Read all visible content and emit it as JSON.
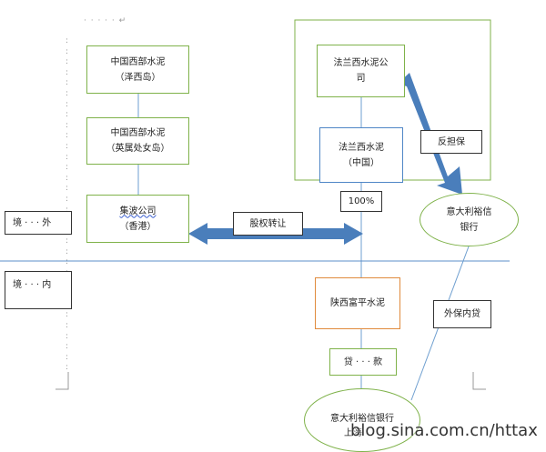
{
  "nodes": {
    "western_cement_zexi": [
      "中国西部水泥",
      "（泽西岛）"
    ],
    "western_cement_bvi": [
      "中国西部水泥",
      "（英属处女岛）"
    ],
    "jibo_hk": [
      "集波公司",
      "（香港）"
    ],
    "lafarge": [
      "法兰西水泥公",
      "司"
    ],
    "lafarge_china": [
      "法兰西水泥",
      "（中国）"
    ],
    "intesa_top": [
      "意大利裕信",
      "银行"
    ],
    "shaanxi_fuping": [
      "陕西富平水泥"
    ],
    "intesa_shanghai": [
      "意大利裕信银行",
      "上海"
    ]
  },
  "labels": {
    "offshore": "境 · · · 外",
    "onshore": "境 · · · 内",
    "equity_transfer": "股权转让",
    "percent": "100%",
    "counter_guarantee": "反担保",
    "external_guarantee_loan": "外保内贷",
    "loan": "贷 · · · 款"
  },
  "watermark": "blog.sina.com.cn/httax",
  "colors": {
    "green": "#7fb24a",
    "blue": "#4f86c6",
    "arrow_fill": "#4a7ebb",
    "orange": "#e08a3c",
    "divider": "#5b8fc9"
  }
}
